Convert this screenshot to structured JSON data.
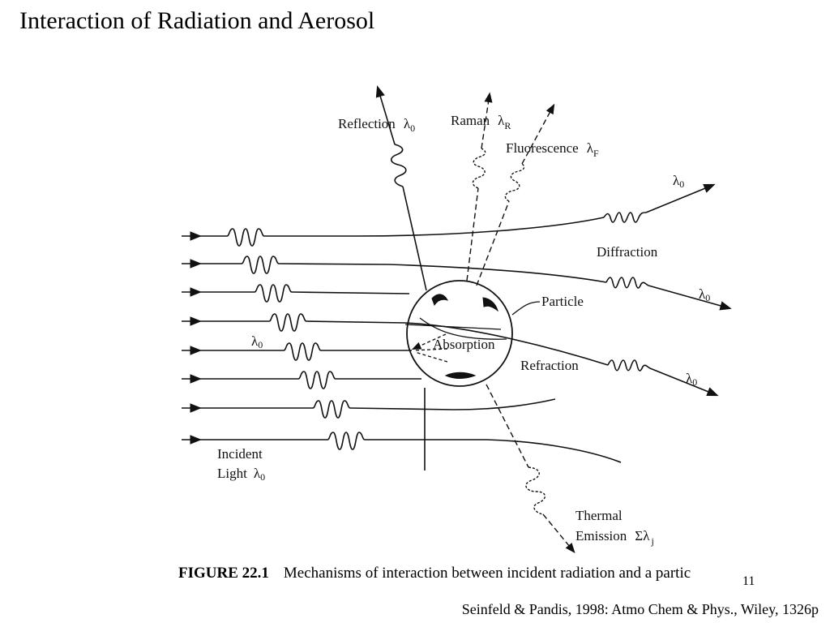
{
  "slide": {
    "title": "Interaction of Radiation and Aerosol",
    "page_number": "11",
    "citation": "Seinfeld & Pandis, 1998: Atmo Chem & Phys., Wiley, 1326p"
  },
  "figure": {
    "number": "FIGURE 22.1",
    "caption": "Mechanisms of interaction between incident radiation and a partic",
    "labels": {
      "reflection": "Reflection",
      "raman": "Raman",
      "fluorescence": "Fluorescence",
      "diffraction": "Diffraction",
      "particle": "Particle",
      "absorption": "Absorption",
      "refraction": "Refraction",
      "incident_line1": "Incident",
      "incident_line2": "Light",
      "thermal_line1": "Thermal",
      "thermal_line2": "Emission",
      "lambda": "λ",
      "sigma_lambda": "Σλ",
      "sub_0": "0",
      "sub_R": "R",
      "sub_F": "F",
      "sub_j": "j"
    }
  }
}
